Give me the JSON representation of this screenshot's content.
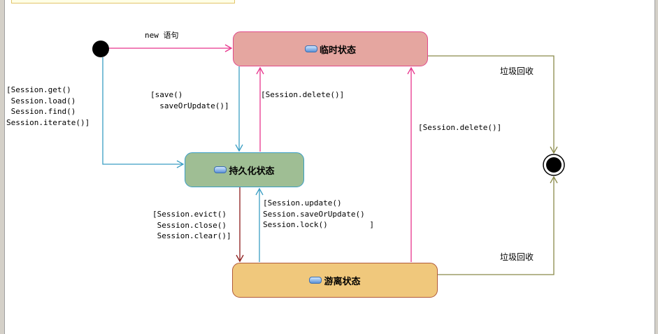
{
  "states": {
    "transient": "临时状态",
    "persistent": "持久化状态",
    "detached": "游离状态"
  },
  "labels": {
    "new_statement": "new 语句",
    "session_get_load": "[Session.get()\n Session.load()\n Session.find()\nSession.iterate()]",
    "save_or_update": "[save()\n  saveOrUpdate()]",
    "delete_from_persistent": "[Session.delete()]",
    "delete_from_detached": "[Session.delete()]",
    "evict_close_clear": "[Session.evict()\n Session.close()\n Session.clear()]",
    "update_lock": "[Session.update()\nSession.saveOrUpdate()\nSession.lock()         ]",
    "gc_top": "垃圾回收",
    "gc_bottom": "垃圾回收"
  },
  "colors": {
    "transient_fill": "#e5a6a0",
    "persistent_fill": "#9fbe94",
    "detached_fill": "#f0c87c",
    "pink_arrow": "#e8348c",
    "blue_arrow": "#3a9ec4",
    "dark_red_arrow": "#8b1a1a",
    "olive_arrow": "#8a8a4a"
  }
}
